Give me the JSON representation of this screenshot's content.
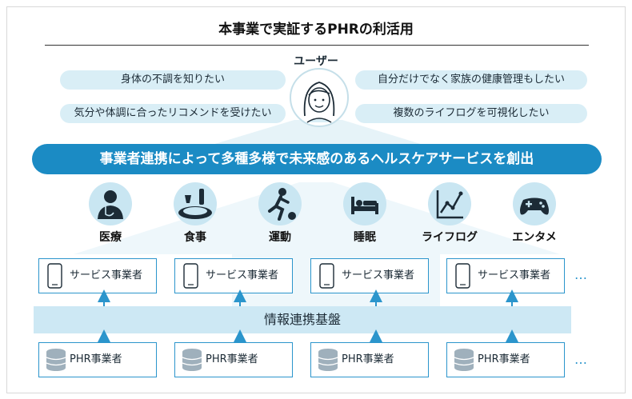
{
  "title": "本事業で実証するPHRの利活用",
  "user": {
    "label": "ユーザー",
    "needs": [
      "身体の不調を知りたい",
      "自分だけでなく家族の健康管理もしたい",
      "気分や体調に合ったリコメンドを受けたい",
      "複数のライフログを可視化したい"
    ]
  },
  "banner": "事業者連携によって多種多様で未来感のあるヘルスケアサービスを創出",
  "categories": [
    {
      "label": "医療",
      "icon": "doctor-icon"
    },
    {
      "label": "食事",
      "icon": "meal-icon"
    },
    {
      "label": "運動",
      "icon": "runner-icon"
    },
    {
      "label": "睡眠",
      "icon": "bed-icon"
    },
    {
      "label": "ライフログ",
      "icon": "graph-icon"
    },
    {
      "label": "エンタメ",
      "icon": "gamepad-icon"
    }
  ],
  "service_providers": [
    "サービス事業者",
    "サービス事業者",
    "サービス事業者",
    "サービス事業者"
  ],
  "platform": "情報連携基盤",
  "phr_providers": [
    "PHR事業者",
    "PHR事業者",
    "PHR事業者",
    "PHR事業者"
  ],
  "ellipsis": "…",
  "colors": {
    "accent": "#1b8bc4",
    "light": "#d9eef6",
    "border": "#2b95cc",
    "platform": "#cde8f4"
  }
}
